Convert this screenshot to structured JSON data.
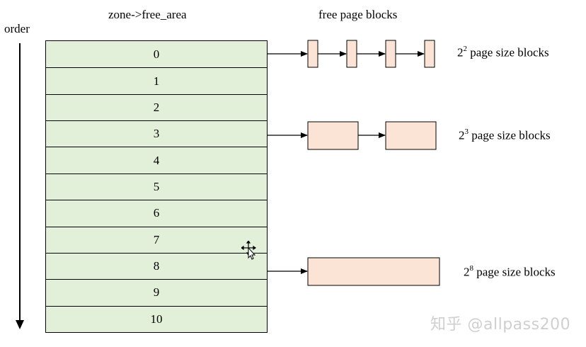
{
  "header": {
    "free_area_title": "zone->free_area",
    "free_blocks_title": "free page blocks",
    "order_label": "order"
  },
  "free_area": {
    "orders": [
      "0",
      "1",
      "2",
      "3",
      "4",
      "5",
      "6",
      "7",
      "8",
      "9",
      "10"
    ]
  },
  "free_block_lists": [
    {
      "order": "0",
      "base": "2",
      "exponent": "2",
      "suffix": " page size blocks",
      "block_count": 4
    },
    {
      "order": "3",
      "base": "2",
      "exponent": "3",
      "suffix": " page size blocks",
      "block_count": 2
    },
    {
      "order": "8",
      "base": "2",
      "exponent": "8",
      "suffix": " page size blocks",
      "block_count": 1
    }
  ],
  "colors": {
    "table_fill": "#e2efd9",
    "block_fill": "#fbe4d5",
    "line": "#000000"
  },
  "watermark": "知乎 @allpass200",
  "icons": {
    "cursor": "move-cursor-icon"
  }
}
